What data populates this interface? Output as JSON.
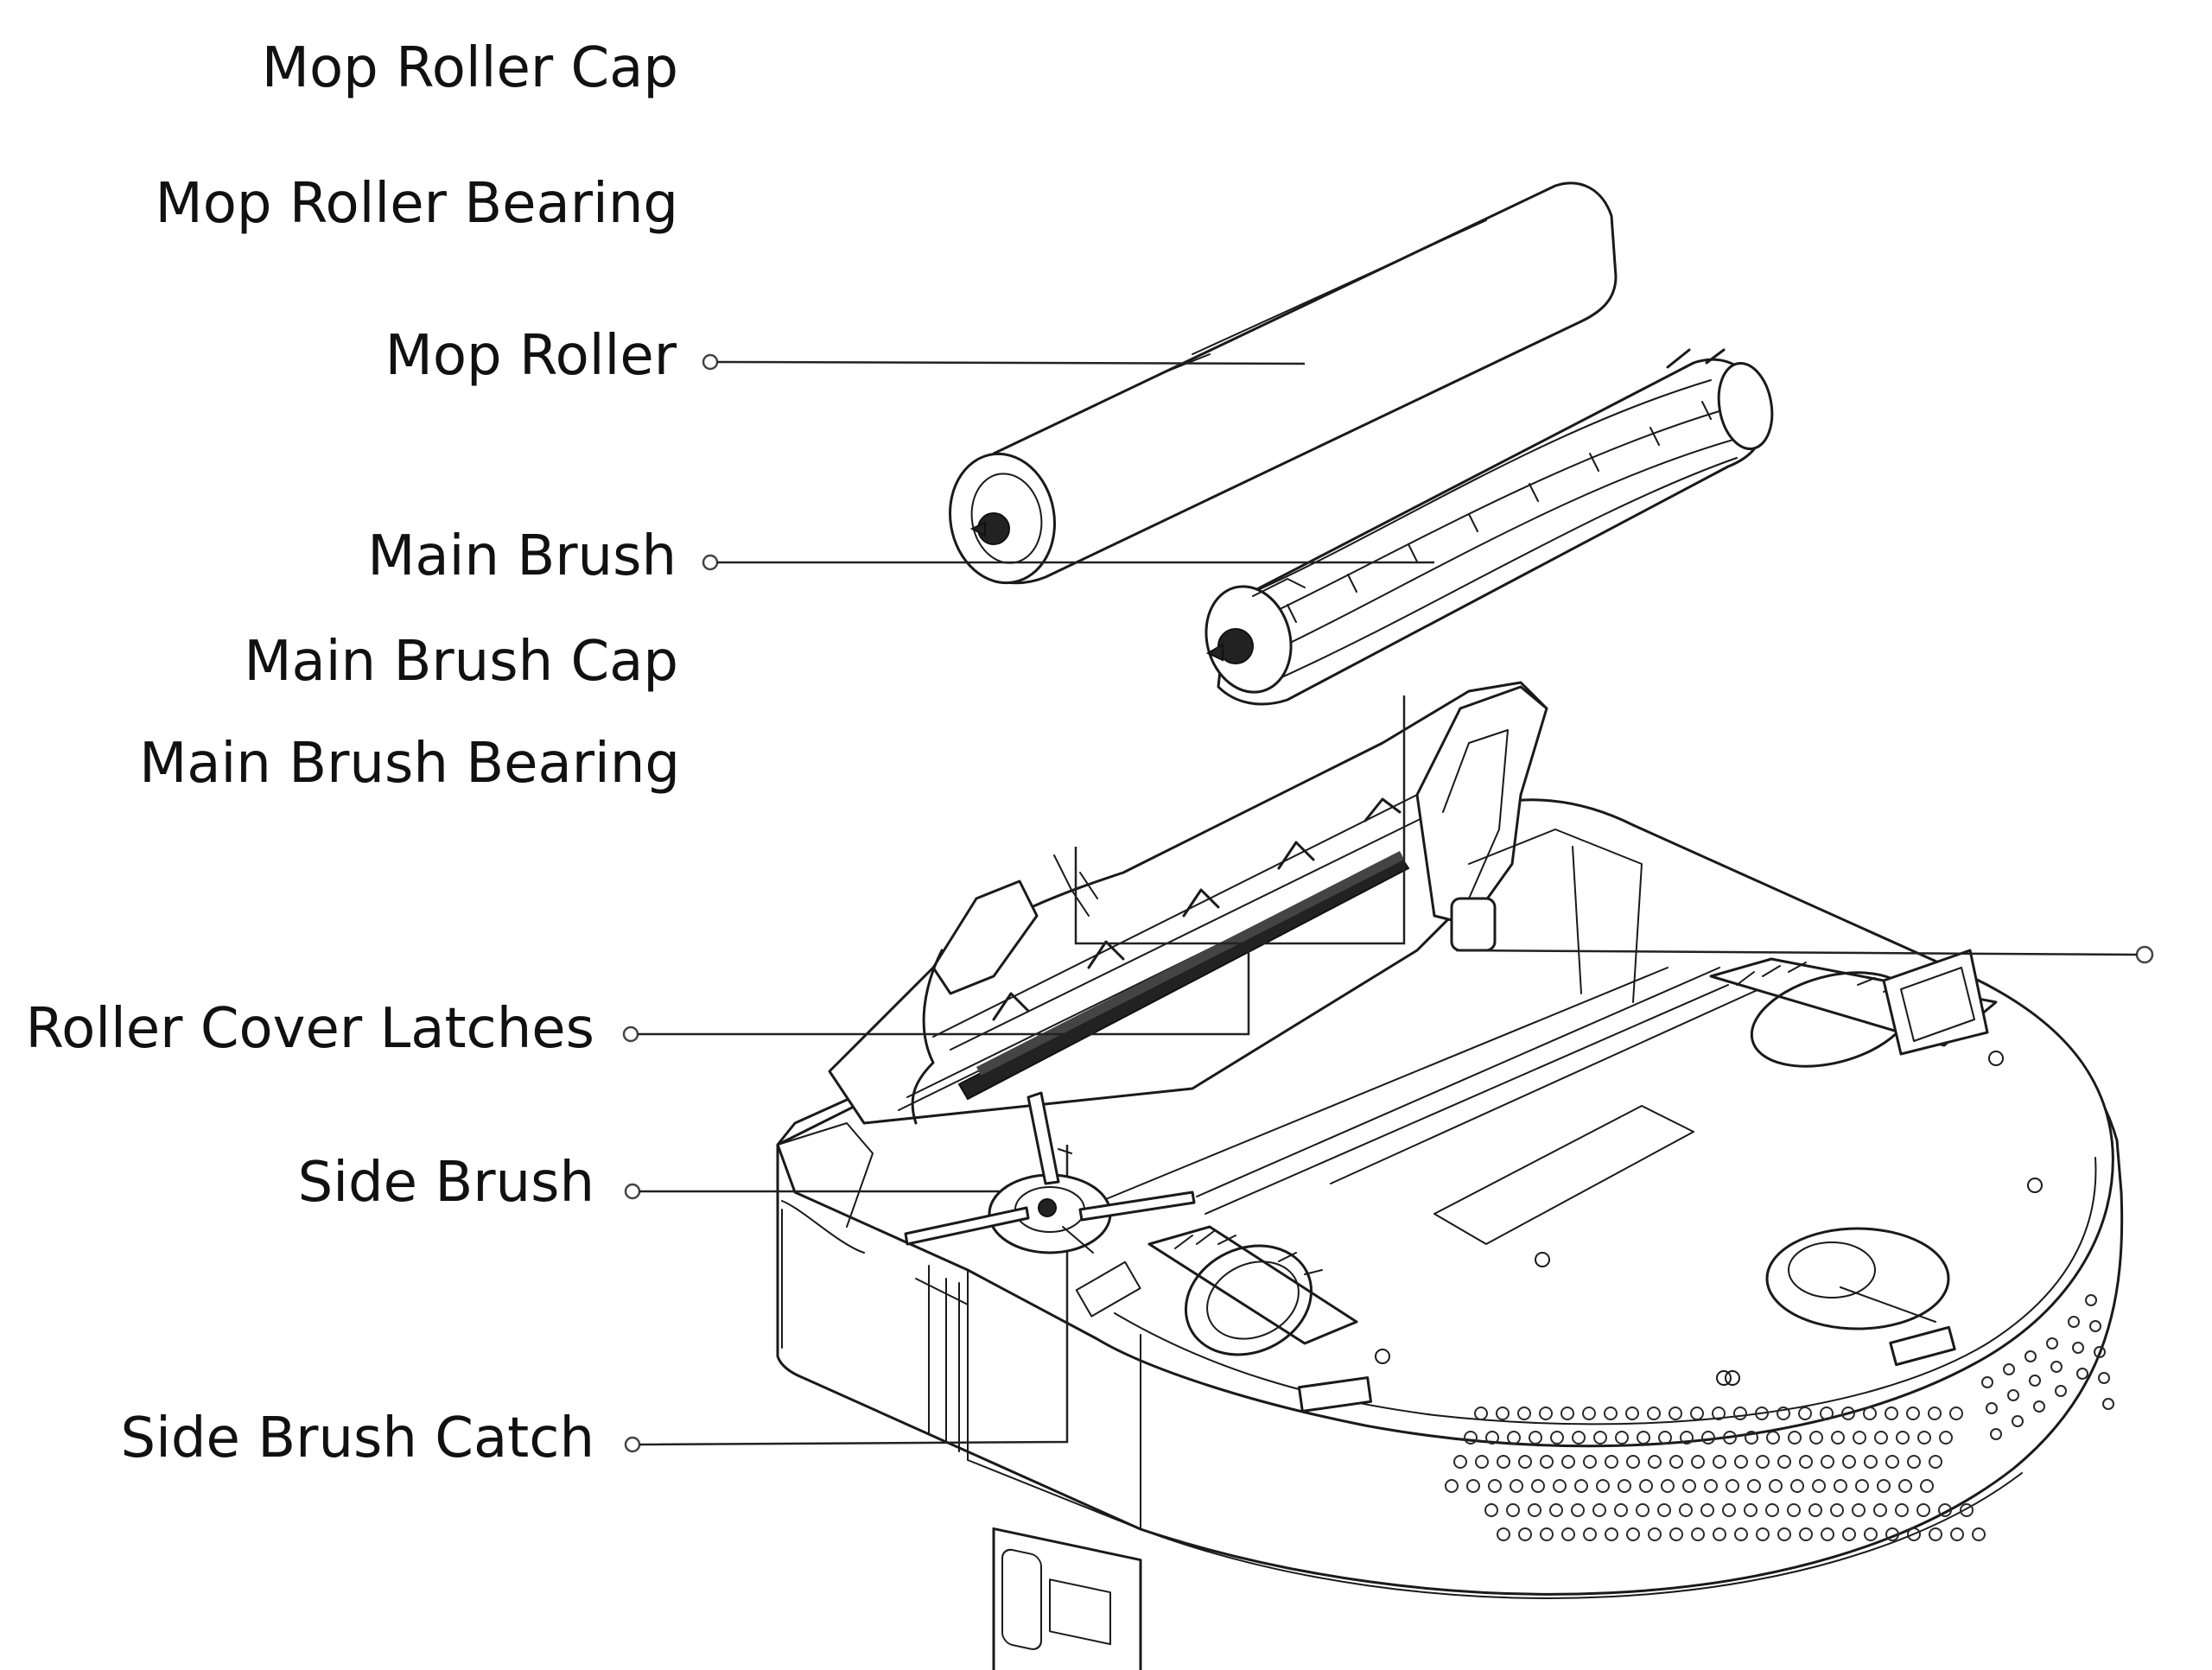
{
  "labels": {
    "mop_roller_cap": "Mop Roller Cap",
    "mop_roller_bearing": "Mop Roller Bearing",
    "mop_roller": "Mop Roller",
    "main_brush": "Main Brush",
    "main_brush_cap": "Main Brush Cap",
    "main_brush_bearing": "Main Brush Bearing",
    "roller_cover_latches": "Roller Cover Latches",
    "side_brush": "Side Brush",
    "side_brush_catch": "Side Brush Catch"
  }
}
